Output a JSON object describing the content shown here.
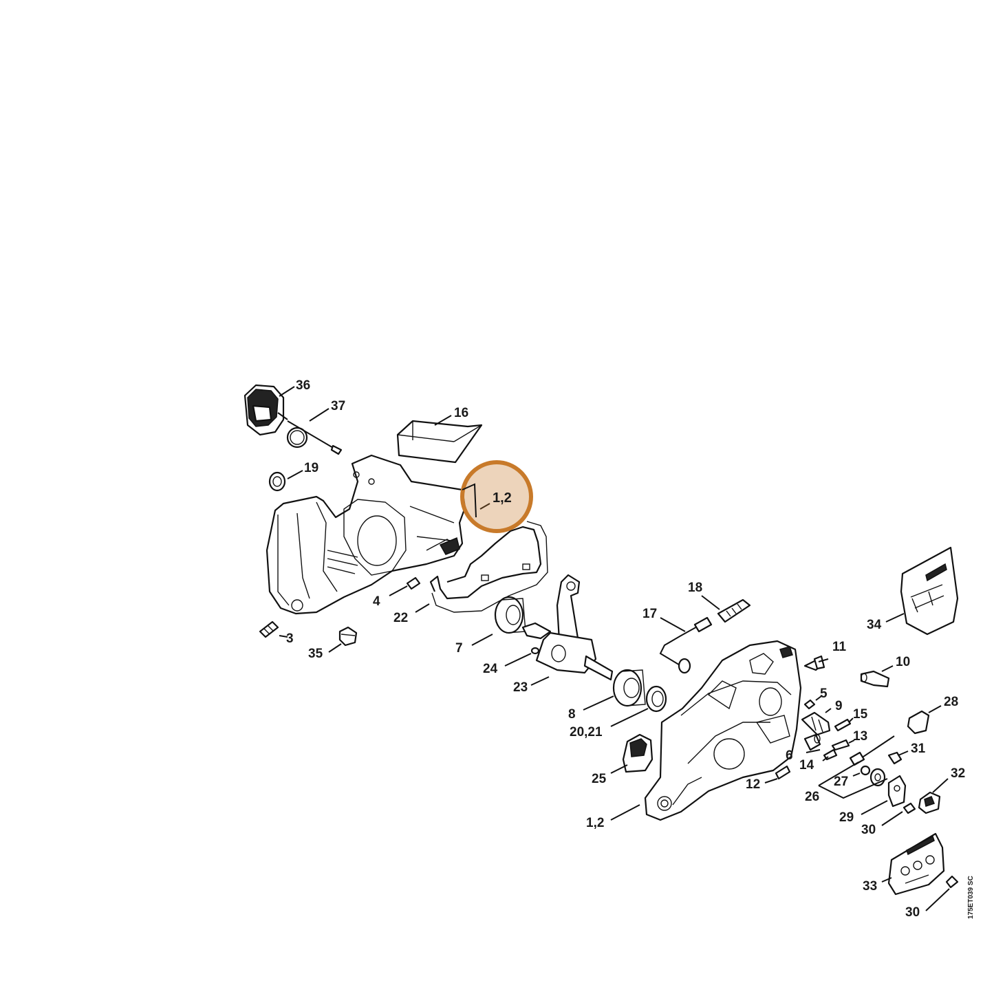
{
  "diagram": {
    "drawing_code": "175ET039 SC",
    "highlight": {
      "label": "1,2",
      "color": "#c87a2a"
    },
    "callouts": [
      {
        "id": "36",
        "text": "36"
      },
      {
        "id": "37",
        "text": "37"
      },
      {
        "id": "16",
        "text": "16"
      },
      {
        "id": "19",
        "text": "19"
      },
      {
        "id": "4",
        "text": "4"
      },
      {
        "id": "22",
        "text": "22"
      },
      {
        "id": "3",
        "text": "3"
      },
      {
        "id": "35",
        "text": "35"
      },
      {
        "id": "7",
        "text": "7"
      },
      {
        "id": "24",
        "text": "24"
      },
      {
        "id": "23",
        "text": "23"
      },
      {
        "id": "8",
        "text": "8"
      },
      {
        "id": "20-21",
        "text": "20,21"
      },
      {
        "id": "25",
        "text": "25"
      },
      {
        "id": "1-2-bottom",
        "text": "1,2"
      },
      {
        "id": "18",
        "text": "18"
      },
      {
        "id": "17",
        "text": "17"
      },
      {
        "id": "11",
        "text": "11"
      },
      {
        "id": "5",
        "text": "5"
      },
      {
        "id": "9",
        "text": "9"
      },
      {
        "id": "15",
        "text": "15"
      },
      {
        "id": "13",
        "text": "13"
      },
      {
        "id": "6",
        "text": "6"
      },
      {
        "id": "14",
        "text": "14"
      },
      {
        "id": "12",
        "text": "12"
      },
      {
        "id": "10",
        "text": "10"
      },
      {
        "id": "34",
        "text": "34"
      },
      {
        "id": "28",
        "text": "28"
      },
      {
        "id": "31",
        "text": "31"
      },
      {
        "id": "27",
        "text": "27"
      },
      {
        "id": "26",
        "text": "26"
      },
      {
        "id": "32",
        "text": "32"
      },
      {
        "id": "29",
        "text": "29"
      },
      {
        "id": "30-a",
        "text": "30"
      },
      {
        "id": "33",
        "text": "33"
      },
      {
        "id": "30-b",
        "text": "30"
      }
    ]
  }
}
